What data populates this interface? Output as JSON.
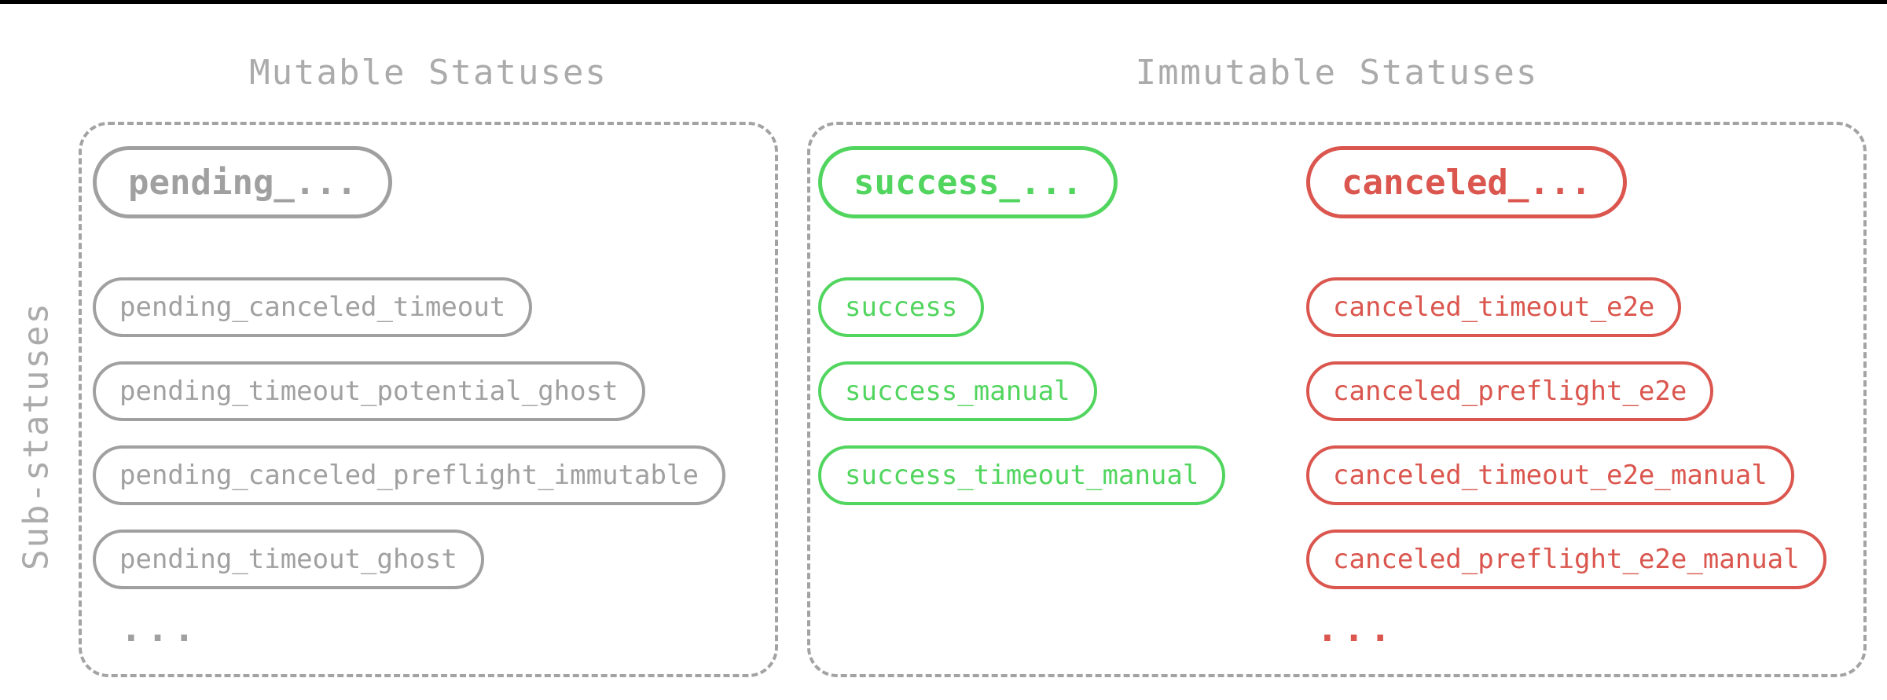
{
  "titles": {
    "mutable": "Mutable Statuses",
    "immutable": "Immutable Statuses"
  },
  "side_label": "Sub-statuses",
  "colors": {
    "gray": "#a0a0a0",
    "title_gray": "#ababab",
    "dash_gray": "#a3a3a3",
    "green": "#52d55f",
    "red": "#da564e",
    "top_bar": "#000000",
    "background": "#ffffff"
  },
  "mutable": {
    "header": "pending_...",
    "sub_statuses": [
      "pending_canceled_timeout",
      "pending_timeout_potential_ghost",
      "pending_canceled_preflight_immutable",
      "pending_timeout_ghost"
    ],
    "ellipsis": "..."
  },
  "immutable": {
    "success": {
      "header": "success_...",
      "sub_statuses": [
        "success",
        "success_manual",
        "success_timeout_manual"
      ]
    },
    "canceled": {
      "header": "canceled_...",
      "sub_statuses": [
        "canceled_timeout_e2e",
        "canceled_preflight_e2e",
        "canceled_timeout_e2e_manual",
        "canceled_preflight_e2e_manual"
      ],
      "ellipsis": "..."
    }
  }
}
